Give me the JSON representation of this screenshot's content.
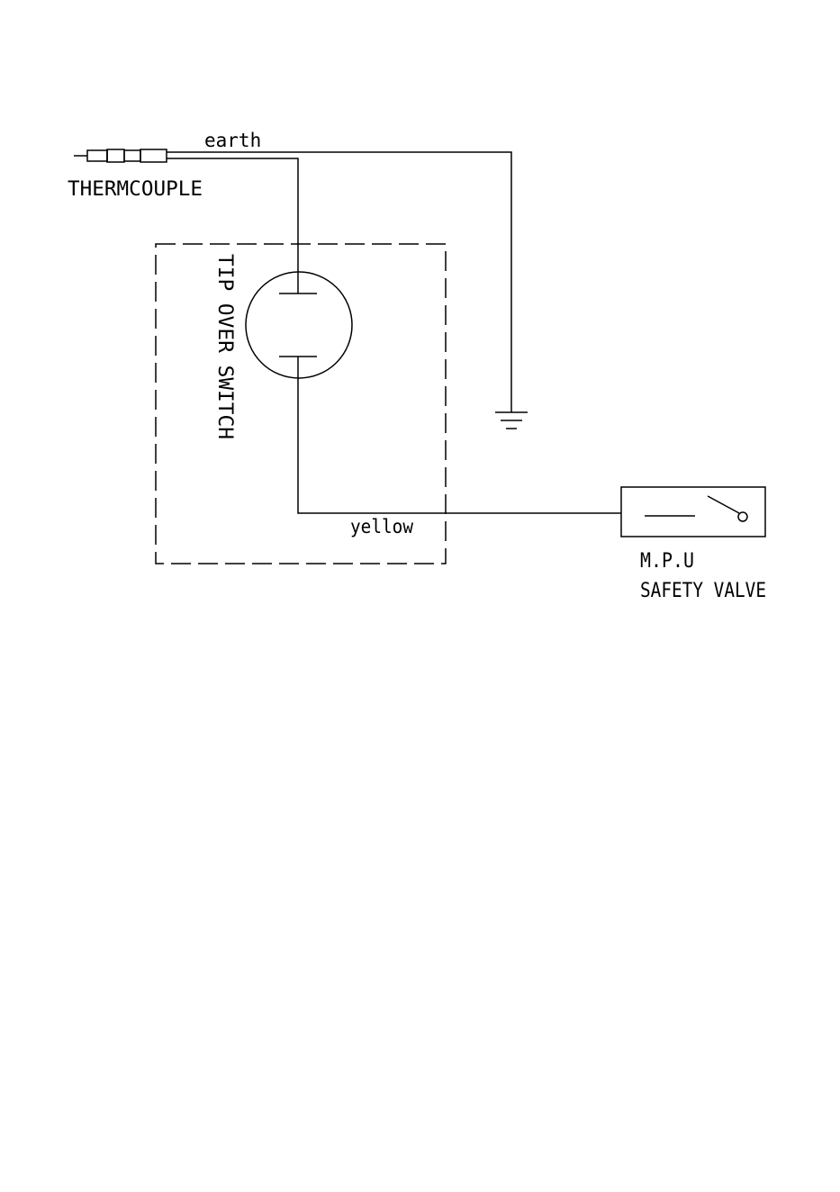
{
  "labels": {
    "earth": "earth",
    "thermocouple": "THERMCOUPLE",
    "tip_over_switch": "TIP OVER SWITCH",
    "yellow": "yellow",
    "mpu": "M.P.U",
    "safety_valve": "SAFETY VALVE"
  },
  "colors": {
    "line": "#000000",
    "background": "#ffffff"
  },
  "icons": {
    "thermocouple": "thermocouple-probe-icon",
    "ground": "ground-icon",
    "switch": "tip-over-switch-icon",
    "valve": "safety-valve-icon"
  }
}
